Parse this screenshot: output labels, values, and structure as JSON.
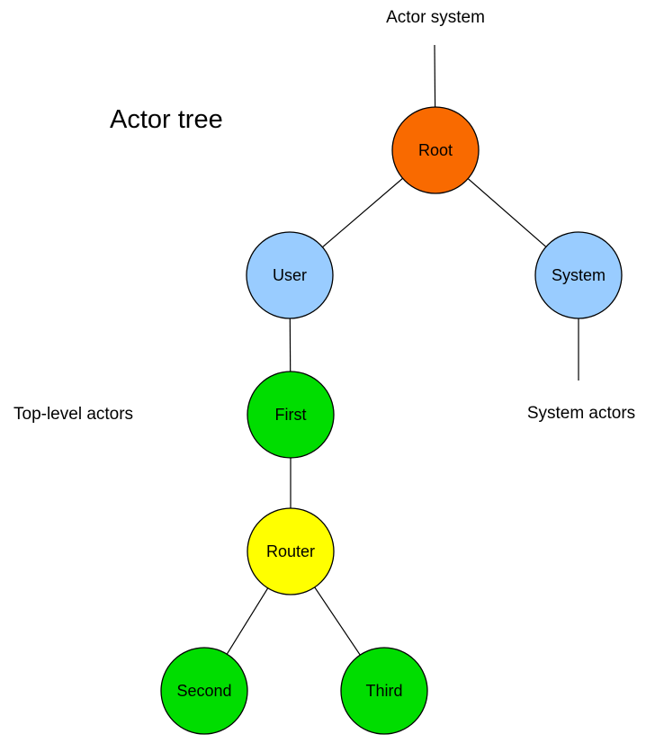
{
  "diagram": {
    "title": "Actor tree",
    "annotations": {
      "actor_system": "Actor system",
      "top_level_actors": "Top-level actors",
      "system_actors": "System actors"
    },
    "colors": {
      "background": "#FFFFFF",
      "edge": "#000000",
      "node_border": "#000000",
      "label_text": "#000000",
      "root_fill": "#F96A00",
      "user_system_fill": "#99CCFF",
      "actor_fill": "#00DD00",
      "router_fill": "#FFFF00"
    },
    "nodes": {
      "root": {
        "label": "Root",
        "color": "#F96A00"
      },
      "user": {
        "label": "User",
        "color": "#99CCFF"
      },
      "system": {
        "label": "System",
        "color": "#99CCFF"
      },
      "first": {
        "label": "First",
        "color": "#00DD00"
      },
      "router": {
        "label": "Router",
        "color": "#FFFF00"
      },
      "second": {
        "label": "Second",
        "color": "#00DD00"
      },
      "third": {
        "label": "Third",
        "color": "#00DD00"
      }
    },
    "edges": [
      {
        "from": "actor_system_label",
        "to": "root"
      },
      {
        "from": "root",
        "to": "user"
      },
      {
        "from": "root",
        "to": "system"
      },
      {
        "from": "user",
        "to": "first"
      },
      {
        "from": "first",
        "to": "router"
      },
      {
        "from": "router",
        "to": "second"
      },
      {
        "from": "router",
        "to": "third"
      },
      {
        "from": "system",
        "to": "system_actors_label"
      }
    ]
  }
}
